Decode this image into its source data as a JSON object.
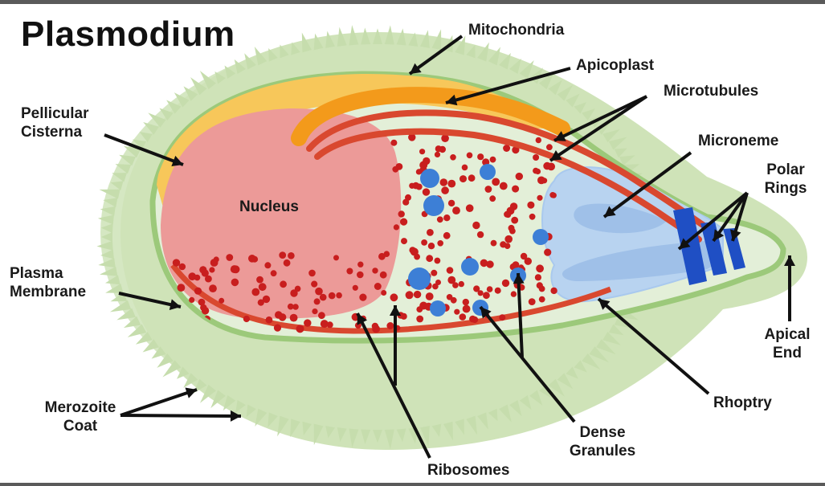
{
  "title": "Plasmodium",
  "labels": {
    "mitochondria": "Mitochondria",
    "apicoplast": "Apicoplast",
    "microtubules": "Microtubules",
    "pellicular_cisterna": [
      "Pellicular",
      "Cisterna"
    ],
    "microneme": "Microneme",
    "polar_rings": [
      "Polar",
      "Rings"
    ],
    "nucleus": "Nucleus",
    "plasma_membrane": [
      "Plasma",
      "Membrane"
    ],
    "apical_end": [
      "Apical",
      "End"
    ],
    "rhoptry": "Rhoptry",
    "merozoite_coat": [
      "Merozoite",
      "Coat"
    ],
    "dense_granules": [
      "Dense",
      "Granules"
    ],
    "ribosomes": "Ribosomes"
  },
  "colors": {
    "coat": "#cfe3b8",
    "membrane": "#9cc97a",
    "cytoplasm": "#e3efd8",
    "mitochondria": "#f7c75a",
    "apicoplast": "#f39a1b",
    "microtubule": "#d9482f",
    "nucleus": "#ec9a98",
    "ribosome": "#c81e1e",
    "dense_granule": "#3d7fd6",
    "microneme": "#a9c9ee",
    "polar_ring": "#1f4fc4",
    "arrow": "#111111"
  }
}
